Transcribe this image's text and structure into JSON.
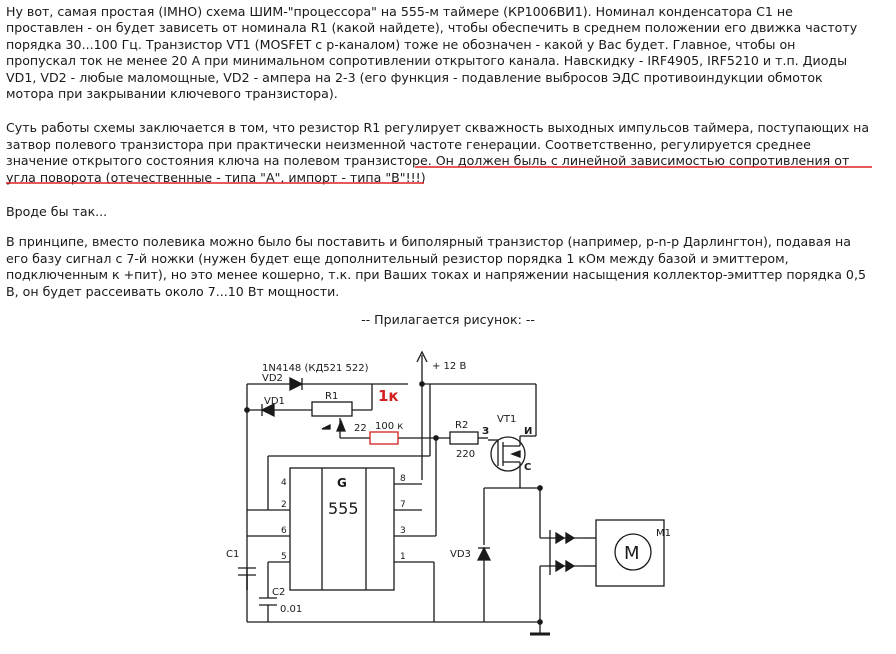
{
  "post": {
    "paragraphs": [
      "Ну вот, самая простая (IMHO) схема ШИМ-\"процессора\" на 555-м таймере (КР1006ВИ1). Номинал конденсатора С1 не\nпроставлен - он будет зависеть от номинала R1 (какой найдете), чтобы обеспечить в среднем положении его движка частоту\nпорядка 30...100 Гц. Транзистор VT1 (MOSFET с p-каналом) тоже не обозначен - какой у Вас будет. Главное, чтобы он\nпропускал ток не менее 20 А при минимальном сопротивлении открытого канала. Навскидку - IRF4905, IRF5210 и т.п. Диоды\nVD1, VD2 - любые маломощные, VD2 - ампера на 2-3 (его функция - подавление выбросов ЭДС противоиндукции обмоток\nмотора при закрывании ключевого транзистора).",
      "Суть работы схемы заключается в том, что резистор R1 регулирует скважность выходных импульсов таймера, поступающих на\nзатвор полевого транзистора при практически неизменной частоте генерации. Соответственно, регулируется среднее\nзначение открытого состояния ключа на полевом транзисторе. Он должен быль с линейной зависимостью сопротивления от\nугла поворота (отечественные - типа \"А\", импорт - типа \"В\"!!!)",
      "Вроде бы так...",
      "В принципе, вместо полевика можно было бы поставить и биполярный транзистор (например, p-n-p Дарлингтон), подавая на\nего базу сигнал с 7-й ножки (нужен будет еще дополнительный резистор порядка 1 кОм между базой и эмиттером,\nподключенным к +пит), но это менее кошерно, т.к. при Ваших токах и напряжении насыщения коллектор-эмиттер порядка 0,5\nВ, он будет рассеивать около 7...10 Вт мощности."
    ],
    "caption": "-- Прилагается рисунок: --"
  },
  "schematic": {
    "supply": "+ 12 В",
    "vd2_part": "1N4148 (КД521  522)",
    "vd2": "VD2",
    "vd1": "VD1",
    "r1": "R1",
    "r1_value": "1к",
    "pin22": "22",
    "res_100k": "100 к",
    "r2": "R2",
    "r2_value": "220",
    "vt1": "VT1",
    "gate": "З",
    "source": "И",
    "drain": "С",
    "ic_g": "G",
    "ic_name": "555",
    "pins": {
      "p2": "2",
      "p4": "4",
      "p6": "6",
      "p5": "5",
      "p8": "8",
      "p7": "7",
      "p3": "3",
      "p1": "1"
    },
    "c1": "C1",
    "c2": "C2",
    "c2_value": "0.01",
    "vd3": "VD3",
    "m1": "M1",
    "motor": "M"
  },
  "colors": {
    "text": "#1a1a1a",
    "accent": "#d42020",
    "underline": "#e02020",
    "wire": "#1a1a1a"
  }
}
